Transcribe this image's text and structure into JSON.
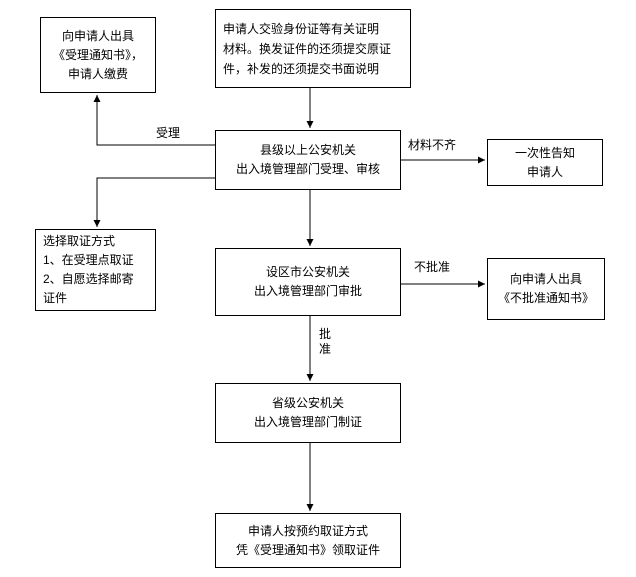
{
  "diagram": {
    "nodes": {
      "submit_materials": {
        "lines": [
          "申请人交验身份证等有关证明",
          "材料。换发证件的还须提交原证",
          "件，补发的还须提交书面说明"
        ]
      },
      "issue_notice": {
        "lines": [
          "向申请人出具",
          "《受理通知书》，",
          "申请人缴费"
        ]
      },
      "accept_review": {
        "lines": [
          "县级以上公安机关",
          "出入境管理部门受理、审核"
        ]
      },
      "notify_once": {
        "lines": [
          "一次性告知",
          "申请人"
        ]
      },
      "choose_method": {
        "lines": [
          "选择取证方式",
          "1、在受理点取证",
          "2、自愿选择邮寄",
          "证件"
        ]
      },
      "approval": {
        "lines": [
          "设区市公安机关",
          "出入境管理部门审批"
        ]
      },
      "disapprove_notice": {
        "lines": [
          "向申请人出具",
          "《不批准通知书》"
        ]
      },
      "produce": {
        "lines": [
          "省级公安机关",
          "出入境管理部门制证"
        ]
      },
      "collect": {
        "lines": [
          "申请人按预约取证方式",
          "凭《受理通知书》领取证件"
        ]
      }
    },
    "edge_labels": {
      "accepted": "受理",
      "incomplete": "材料不齐",
      "not_approved": "不批准",
      "approved": "批准"
    },
    "colors": {
      "line": "#000000",
      "box_border": "#000000",
      "background": "#ffffff",
      "text": "#000000"
    }
  }
}
